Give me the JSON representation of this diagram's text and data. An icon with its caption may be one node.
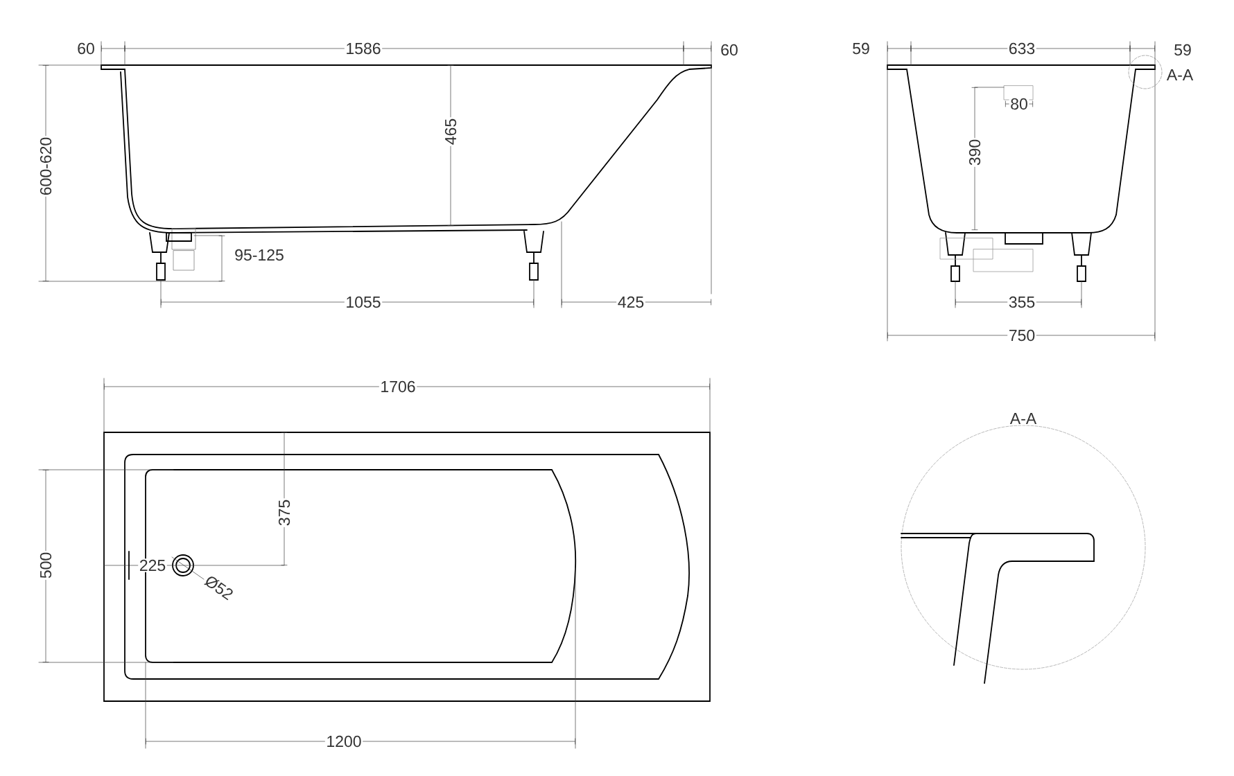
{
  "diagram": {
    "labels": [
      "60",
      "1586",
      "60",
      "465",
      "600-620",
      "95-125",
      "1055",
      "425",
      "59",
      "633",
      "59",
      "A-A",
      "80",
      "390",
      "355",
      "750",
      "1706",
      "375",
      "500",
      "225",
      "Ø52",
      "1200",
      "A-A"
    ]
  }
}
